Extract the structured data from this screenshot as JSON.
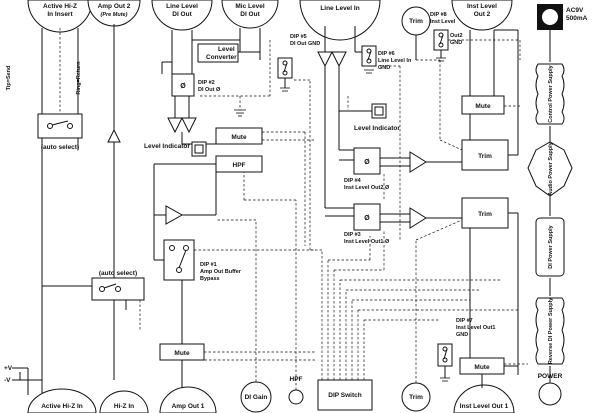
{
  "labels": {
    "active_hiz_in_insert": [
      "Active Hi-Z",
      "In Insert"
    ],
    "amp_out_2": [
      "Amp Out 2",
      "(Pre Mute)"
    ],
    "line_level_di_out": [
      "Line Level",
      "DI Out"
    ],
    "mic_level_di_out": [
      "Mic Level",
      "DI Out"
    ],
    "line_level_in": "Line Level In",
    "trim_top": "Trim",
    "inst_level_out2": [
      "Inst Level",
      "Out 2"
    ],
    "ac9v": [
      "AC9V",
      "500mA"
    ],
    "tip_send": "Tip=Send",
    "ring_return": "Ring=Return",
    "level_converter": [
      "Level",
      "Converter"
    ],
    "dip5": [
      "DIP #5",
      "DI Out GND"
    ],
    "dip8": [
      "DIP #8",
      "Inst Level",
      "Out2",
      "GND"
    ],
    "dip6": [
      "DIP #6",
      "Line Level In",
      "GND"
    ],
    "dip2": [
      "DIP #2",
      "DI Out Ø"
    ],
    "level_indicator_right": "Level Indicator",
    "level_indicator_left": "Level Indicator",
    "mute_left": "Mute",
    "mute_right": "Mute",
    "hpf_box": "HPF",
    "auto_select_top": "(auto select)",
    "auto_select_bottom": "(auto select)",
    "dip4": [
      "DIP #4",
      "Inst Level Out2 Ø"
    ],
    "dip3": [
      "DIP #3",
      "Inst Level Out1 Ø"
    ],
    "trim_mid": "Trim",
    "trim_low": "Trim",
    "dip1": [
      "DIP #1",
      "Amp Out Buffer",
      "Bypass"
    ],
    "dip7": [
      "DIP #7",
      "Inst Level Out1",
      "GND"
    ],
    "mute_bottom_left": "Mute",
    "mute_bottom_right": "Mute",
    "plus_v": "+V",
    "minus_v": "-V",
    "active_hiz_in": "Active Hi-Z In",
    "hiz_in": "Hi-Z In",
    "amp_out_1": "Amp Out 1",
    "di_gain": "DI Gain",
    "hpf_knob": "HPF",
    "dip_switch": "DIP Switch",
    "trim_bottom": "Trim",
    "inst_level_out1": "Inst Level Out 1",
    "power": "POWER",
    "phase": "Ø",
    "supplies": [
      "Control Power Supply",
      "Audio Power Supply",
      "DI Power Supply",
      "Reverse DI Power Supply"
    ]
  },
  "colors": {
    "ink": "#111111",
    "paper": "#ffffff"
  }
}
